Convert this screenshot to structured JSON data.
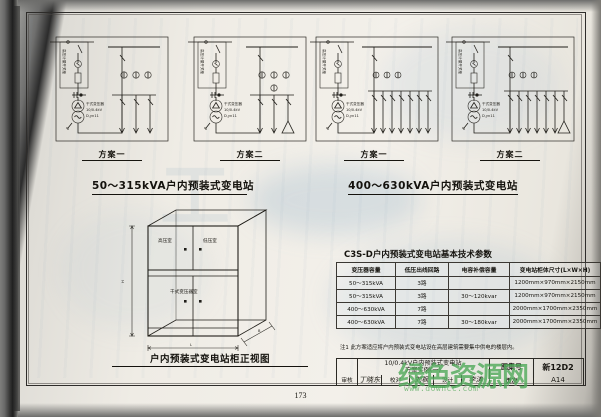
{
  "document": {
    "page_number": "173",
    "sheet_sections": {
      "left_title": "50～315kVA户内预装式变电站",
      "right_title": "400～630kVA户内预装式变电站",
      "elevation_caption": "户内预装式变电站柜正视图"
    }
  },
  "schemes": [
    {
      "id": "left-1",
      "label": "方案一"
    },
    {
      "id": "left-2",
      "label": "方案二"
    },
    {
      "id": "right-1",
      "label": "方案一"
    },
    {
      "id": "right-2",
      "label": "方案二"
    }
  ],
  "schematic_labels": {
    "hv_cabinet_vertical": "高压计量开关柜",
    "transformer_name": "干式变压器",
    "transformer_voltage": "10/0.4kV",
    "transformer_group": "D,yn11"
  },
  "cabinet": {
    "hv_room": "高压室",
    "lv_room": "低压室",
    "tx_room": "干式变压器室",
    "dim_height": "H",
    "dim_length": "L",
    "dim_depth": "B"
  },
  "spec_table": {
    "title": "C3S-D户内预装式变电站基本技术参数",
    "headers": [
      "变压器容量",
      "低压出线回路",
      "电容补偿容量",
      "变电站柜体尺寸(L×W×H)"
    ],
    "rows": [
      [
        "50～315kVA",
        "3路",
        "",
        "1200mm×970mm×2150mm"
      ],
      [
        "50～315kVA",
        "3路",
        "30～120kvar",
        "1200mm×970mm×2150mm"
      ],
      [
        "400～630kVA",
        "7路",
        "",
        "2000mm×1700mm×2350mm"
      ],
      [
        "400～630kVA",
        "7路",
        "30～180kvar",
        "2000mm×1700mm×2350mm"
      ]
    ],
    "note": "注1  此方案适应将户内预装式变电站设在高层建筑需要集中供电的楼层内。"
  },
  "title_block": {
    "drawing_title_line1": "10/0.4kV户内预装式变电站",
    "drawing_title_line2": "方案实例(一)",
    "atlas_label": "图集号",
    "atlas_value": "新12D2",
    "page_label": "页次",
    "page_value": "A14",
    "review_label": "审核",
    "review_sig": "丁晓东",
    "check_label": "校对",
    "check_sig": "刘枫",
    "design_label": "设计",
    "design_sig": "李涛"
  },
  "watermark": {
    "text": "绿色资源网",
    "url": "www.downcc.com"
  },
  "colors": {
    "paper": "#efece5",
    "ink": "#17150f",
    "watermark_green": "#3ca046"
  }
}
